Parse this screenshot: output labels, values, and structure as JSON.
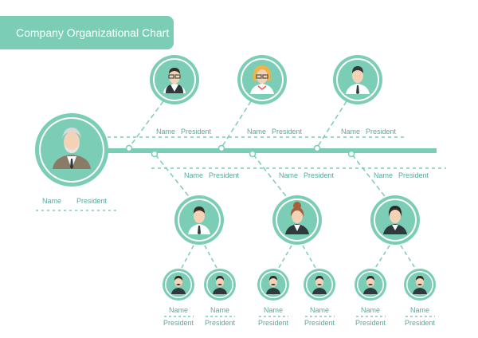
{
  "title": "Company Organizational Chart",
  "colors": {
    "accent": "#7ccdb5",
    "accent_dark": "#5fbfa3",
    "label_text": "#5aa8a0",
    "node_fill": "#7ccdb5",
    "node_ring": "#ffffff"
  },
  "ceo": {
    "name": "Name",
    "role": "President",
    "icon": "elderly-man-avatar-icon"
  },
  "top_staff": [
    {
      "name": "Name",
      "role": "President",
      "icon": "man-glasses-vest-avatar-icon"
    },
    {
      "name": "Name",
      "role": "President",
      "icon": "woman-blonde-glasses-avatar-icon"
    },
    {
      "name": "Name",
      "role": "President",
      "icon": "man-shirt-tie-avatar-icon"
    }
  ],
  "managers": [
    {
      "name": "Name",
      "role": "President",
      "icon": "man-shirt-avatar-icon"
    },
    {
      "name": "Name",
      "role": "President",
      "icon": "woman-bun-avatar-icon"
    },
    {
      "name": "Name",
      "role": "President",
      "icon": "man-dark-hair-avatar-icon"
    }
  ],
  "staff": [
    {
      "name": "Name",
      "role": "President",
      "icon": "mustache-man-avatar-icon"
    },
    {
      "name": "Name",
      "role": "President",
      "icon": "mustache-man-avatar-icon"
    },
    {
      "name": "Name",
      "role": "President",
      "icon": "mustache-man-avatar-icon"
    },
    {
      "name": "Name",
      "role": "President",
      "icon": "mustache-man-avatar-icon"
    },
    {
      "name": "Name",
      "role": "President",
      "icon": "mustache-man-avatar-icon"
    },
    {
      "name": "Name",
      "role": "President",
      "icon": "mustache-man-avatar-icon"
    }
  ]
}
